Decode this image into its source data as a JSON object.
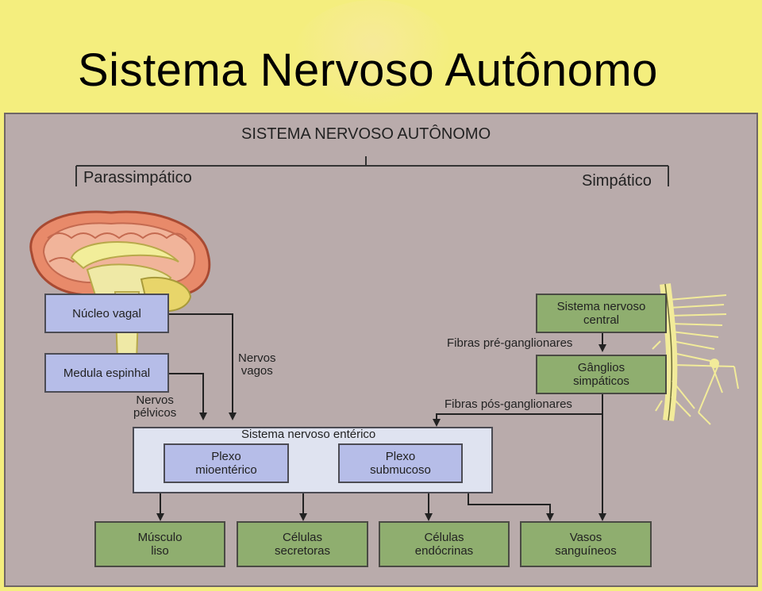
{
  "slide_title": "Sistema Nervoso Autônomo",
  "diagram": {
    "heading": "SISTEMA NERVOSO AUTÔNOMO",
    "branch_left": "Parassimpático",
    "branch_right": "Simpático",
    "nucleo_vagal": "Núcleo vagal",
    "medula_espinhal": "Medula espinhal",
    "nervos_vagos": "Nervos\nvagos",
    "nervos_pelvicos": "Nervos\npélvicos",
    "snc": "Sistema nervoso\ncentral",
    "fibras_pre": "Fibras pré-ganglionares",
    "ganglios": "Gânglios\nsimpáticos",
    "fibras_pos": "Fibras pós-ganglionares",
    "enteric_title": "Sistema nervoso entérico",
    "plexo_mio": "Plexo\nmioentérico",
    "plexo_sub": "Plexo\nsubmucoso",
    "targets": [
      "Músculo\nliso",
      "Células\nsecretoras",
      "Células\nendócrinas",
      "Vasos\nsanguíneos"
    ]
  },
  "colors": {
    "background": "#f4ee7e",
    "panel": "#b9abab",
    "blue_box": "#b6bde8",
    "green_box": "#8fae6f",
    "enteric_box": "#dfe3f0"
  },
  "icons": [
    "brain-illustration",
    "spinal-column-illustration"
  ]
}
